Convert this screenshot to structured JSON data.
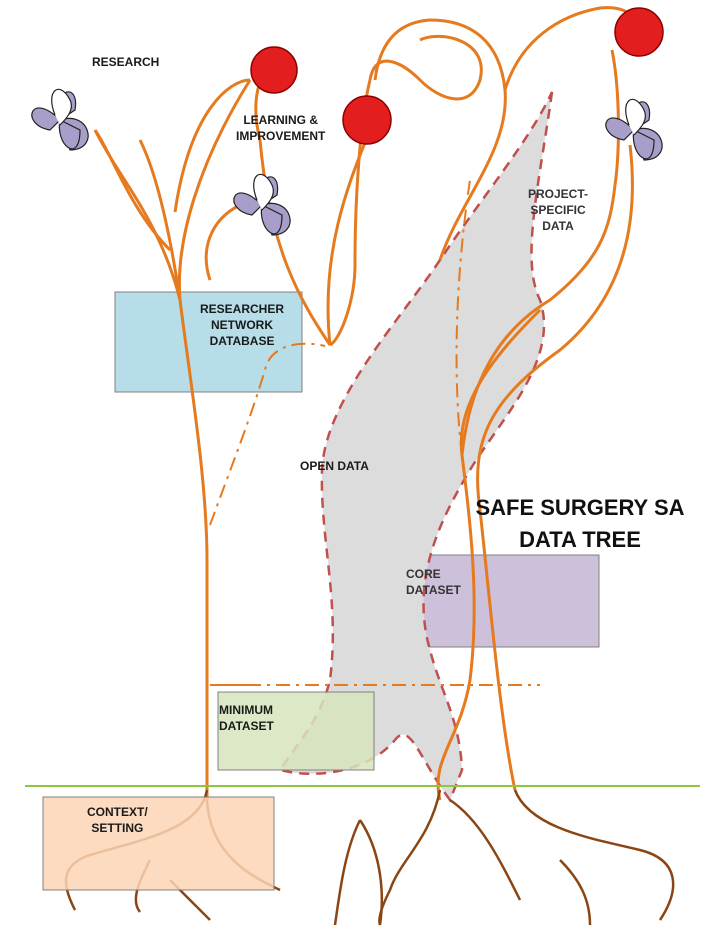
{
  "title": {
    "line1": "SAFE SURGERY SA",
    "line2": "DATA TREE"
  },
  "labels": {
    "research": "RESEARCH",
    "learning": "LEARNING &\nIMPROVEMENT",
    "project_specific": "PROJECT-\nSPECIFIC\nDATA",
    "researcher_network": "RESEARCHER\nNETWORK\nDATABASE",
    "open_data": "OPEN DATA",
    "core_dataset": "CORE\nDATASET",
    "minimum_dataset": "MINIMUM\nDATASET",
    "context_setting": "CONTEXT/\nSETTING"
  },
  "colors": {
    "branch": "#e57a1e",
    "root": "#8b4513",
    "ground": "#8dc63f",
    "fruit": "#e31e1e",
    "leaf": "#a89ec9",
    "open_data_fill": "#dcdcdc",
    "open_data_outline": "#c0504d",
    "researcher_box": "#b7dde8",
    "core_box": "#ccc0da",
    "minimum_box": "#d7e4bd",
    "context_box": "#fbd5b5"
  }
}
